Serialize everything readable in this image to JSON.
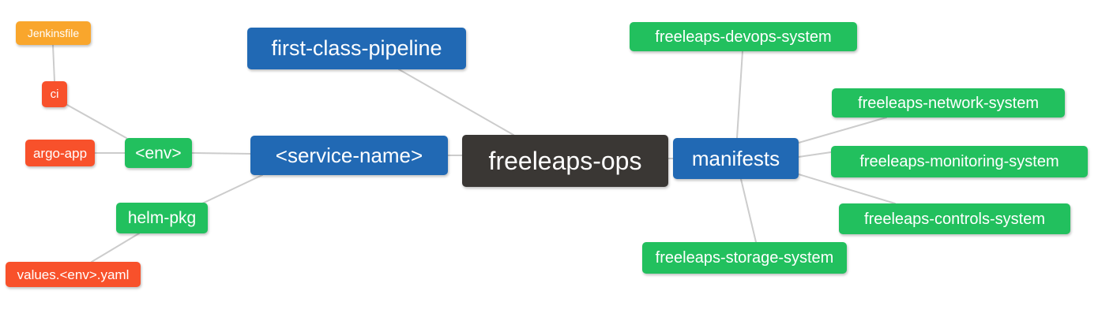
{
  "colors": {
    "root": "#3a3734",
    "primary": "#2169b4",
    "green": "#22c05e",
    "red_orange": "#f8512b",
    "orange": "#f9a62c",
    "edge": "#cccccc",
    "text": "#ffffff",
    "background": "#ffffff"
  },
  "nodes": {
    "freeleaps_ops": {
      "label": "freeleaps-ops",
      "color": "#3a3734"
    },
    "first_class_pipeline": {
      "label": "first-class-pipeline",
      "color": "#2169b4"
    },
    "service_name": {
      "label": "<service-name>",
      "color": "#2169b4"
    },
    "manifests": {
      "label": "manifests",
      "color": "#2169b4"
    },
    "env": {
      "label": "<env>",
      "color": "#22c05e"
    },
    "helm_pkg": {
      "label": "helm-pkg",
      "color": "#22c05e"
    },
    "jenkinsfile": {
      "label": "Jenkinsfile",
      "color": "#f9a62c"
    },
    "ci": {
      "label": "ci",
      "color": "#f8512b"
    },
    "argo_app": {
      "label": "argo-app",
      "color": "#f8512b"
    },
    "values_env_yaml": {
      "label": "values.<env>.yaml",
      "color": "#f8512b"
    },
    "devops_system": {
      "label": "freeleaps-devops-system",
      "color": "#22c05e"
    },
    "network_system": {
      "label": "freeleaps-network-system",
      "color": "#22c05e"
    },
    "monitoring_system": {
      "label": "freeleaps-monitoring-system",
      "color": "#22c05e"
    },
    "controls_system": {
      "label": "freeleaps-controls-system",
      "color": "#22c05e"
    },
    "storage_system": {
      "label": "freeleaps-storage-system",
      "color": "#22c05e"
    }
  },
  "edges": [
    {
      "from": "jenkinsfile",
      "to": "ci"
    },
    {
      "from": "ci",
      "to": "env"
    },
    {
      "from": "argo_app",
      "to": "env"
    },
    {
      "from": "env",
      "to": "service_name"
    },
    {
      "from": "helm_pkg",
      "to": "service_name"
    },
    {
      "from": "values_env_yaml",
      "to": "helm_pkg"
    },
    {
      "from": "service_name",
      "to": "freeleaps_ops"
    },
    {
      "from": "first_class_pipeline",
      "to": "freeleaps_ops"
    },
    {
      "from": "freeleaps_ops",
      "to": "manifests"
    },
    {
      "from": "manifests",
      "to": "devops_system"
    },
    {
      "from": "manifests",
      "to": "network_system"
    },
    {
      "from": "manifests",
      "to": "monitoring_system"
    },
    {
      "from": "manifests",
      "to": "controls_system"
    },
    {
      "from": "manifests",
      "to": "storage_system"
    }
  ]
}
